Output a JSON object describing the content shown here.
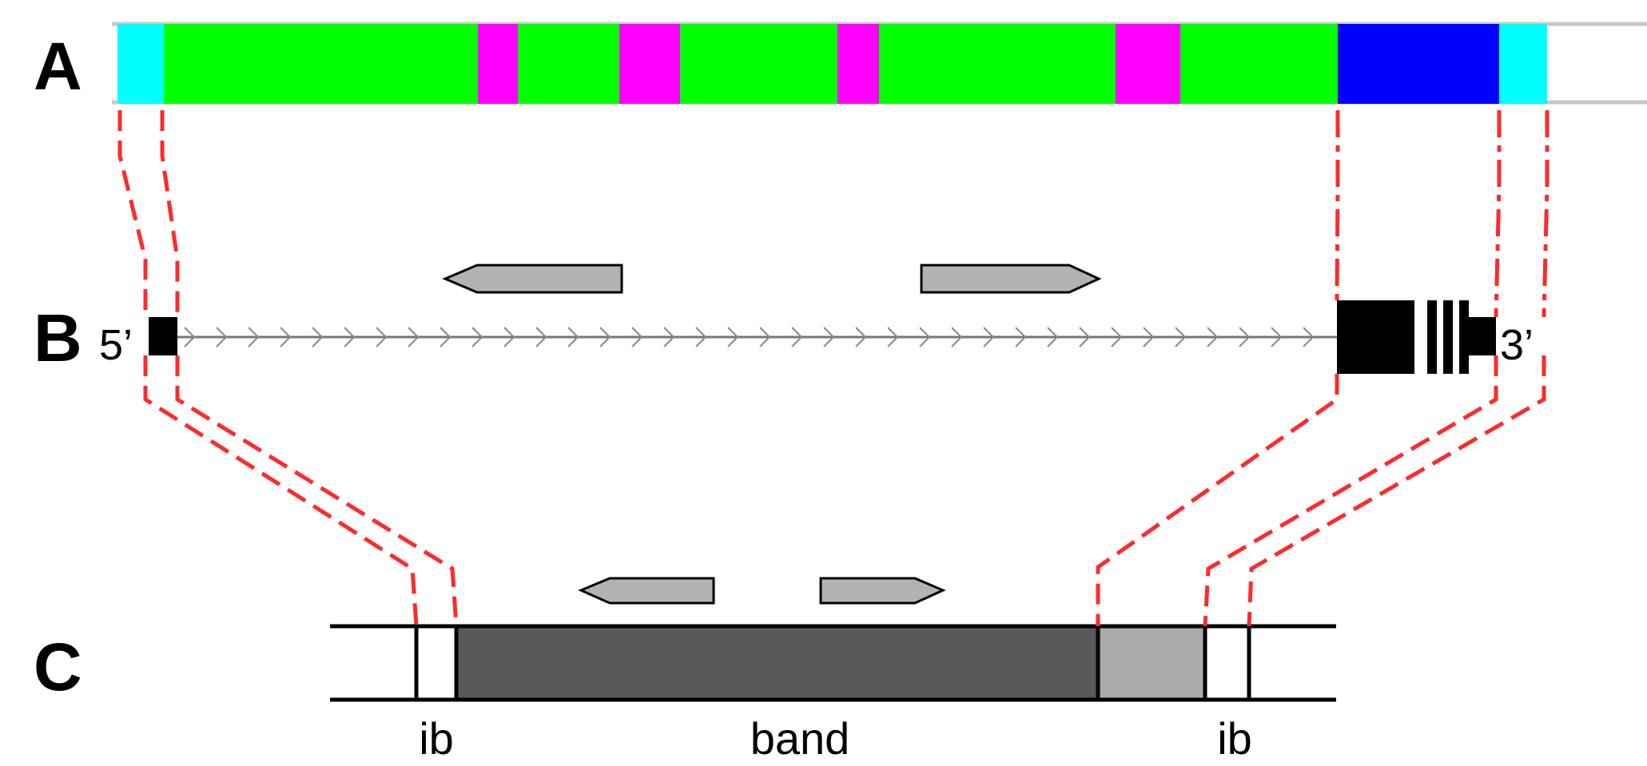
{
  "panels": {
    "a": {
      "label": "A"
    },
    "b": {
      "label": "B",
      "five_prime": "5’",
      "three_prime": "3’"
    },
    "c": {
      "label": "C",
      "ib_left": "ib",
      "band": "band",
      "ib_right": "ib"
    }
  },
  "colors": {
    "cyan": "#00ffff",
    "green": "#00ff00",
    "magenta": "#ff00ff",
    "blue": "#0000ff",
    "connector_red": "#ff2a2a",
    "dark_band": "#595959",
    "light_band": "#aaaaaa",
    "arrow_gray": "#b3b3b3",
    "track_gray": "#c8c8c8"
  }
}
